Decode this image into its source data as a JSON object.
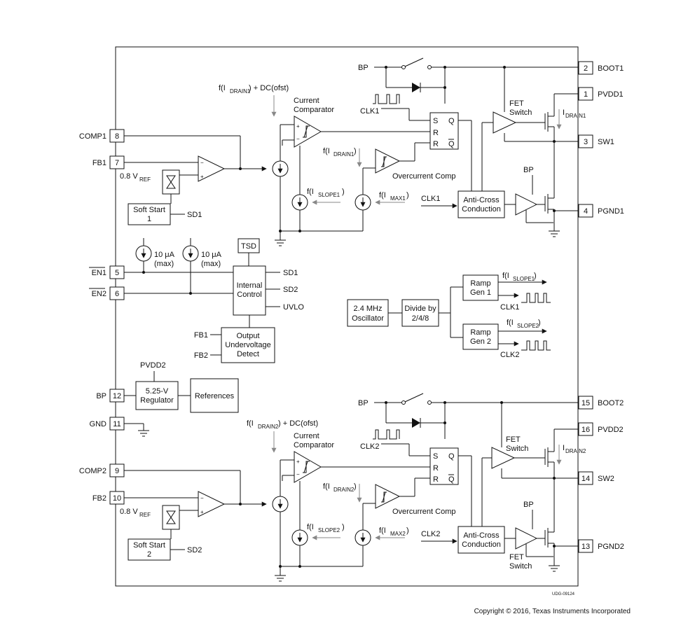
{
  "pins": {
    "boot1": {
      "num": "2",
      "name": "BOOT1"
    },
    "pvdd1": {
      "num": "1",
      "name": "PVDD1"
    },
    "sw1": {
      "num": "3",
      "name": "SW1"
    },
    "pgnd1": {
      "num": "4",
      "name": "PGND1"
    },
    "comp1": {
      "num": "8",
      "name": "COMP1"
    },
    "fb1": {
      "num": "7",
      "name": "FB1"
    },
    "en1": {
      "num": "5",
      "name": "EN1"
    },
    "en2": {
      "num": "6",
      "name": "EN2"
    },
    "bp": {
      "num": "12",
      "name": "BP"
    },
    "gnd": {
      "num": "11",
      "name": "GND"
    },
    "boot2": {
      "num": "15",
      "name": "BOOT2"
    },
    "pvdd2": {
      "num": "16",
      "name": "PVDD2"
    },
    "sw2": {
      "num": "14",
      "name": "SW2"
    },
    "pgnd2": {
      "num": "13",
      "name": "PGND2"
    },
    "comp2": {
      "num": "9",
      "name": "COMP2"
    },
    "fb2": {
      "num": "10",
      "name": "FB2"
    }
  },
  "ch1": {
    "bp": "BP",
    "fdrain_main": "f(I",
    "fdrain_sub": "DRAIN1",
    "fdrain_tail": ") + DC(ofst)",
    "cc1": "Current",
    "cc2": "Comparator",
    "clk": "CLK1",
    "s": "S",
    "q": "Q",
    "r1": "R",
    "r2": "R",
    "qbar": "Q",
    "fet1": "FET",
    "fet2": "Switch",
    "idrain": "I",
    "idrain_sub": "DRAIN1",
    "bp2": "BP",
    "fd_main": "f(I",
    "fd_sub": "DRAIN1",
    "fd_tail": ")",
    "oc": "Overcurrent Comp",
    "vref_pre": "0.8 V",
    "vref_sub": "REF",
    "ss1": "Soft Start",
    "ss2": "1",
    "sd": "SD1",
    "fslope_main": "f(I",
    "fslope_sub": "SLOPE1",
    "fslope_tail": ")",
    "fmax_main": "f(I",
    "fmax_sub": "MAX1",
    "fmax_tail": ")",
    "clk_in": "CLK1",
    "ac1": "Anti-Cross",
    "ac2": "Conduction",
    "plus": "+",
    "minus": "−"
  },
  "ch2": {
    "bp": "BP",
    "fdrain_main": "f(I",
    "fdrain_sub": "DRAIN2",
    "fdrain_tail": ") + DC(ofst)",
    "cc1": "Current",
    "cc2": "Comparator",
    "clk": "CLK2",
    "s": "S",
    "q": "Q",
    "r1": "R",
    "r2": "R",
    "qbar": "Q",
    "fet1": "FET",
    "fet2": "Switch",
    "idrain": "I",
    "idrain_sub": "DRAIN2",
    "bp2": "BP",
    "fd_main": "f(I",
    "fd_sub": "DRAIN2",
    "fd_tail": ")",
    "oc": "Overcurrent Comp",
    "vref_pre": "0.8 V",
    "vref_sub": "REF",
    "ss1": "Soft Start",
    "ss2": "2",
    "sd": "SD2",
    "fslope_main": "f(I",
    "fslope_sub": "SLOPE2",
    "fslope_tail": ")",
    "fmax_main": "f(I",
    "fmax_sub": "MAX2",
    "fmax_tail": ")",
    "clk_in": "CLK2",
    "ac1": "Anti-Cross",
    "ac2": "Conduction",
    "fetb1": "FET",
    "fetb2": "Switch",
    "plus": "+",
    "minus": "−"
  },
  "middle": {
    "src1_val": "10 μA",
    "src1_max": "(max)",
    "src2_val": "10 μA",
    "src2_max": "(max)",
    "tsd": "TSD",
    "ic1": "Internal",
    "ic2": "Control",
    "sd1": "SD1",
    "sd2": "SD2",
    "uvlo": "UVLO",
    "fb1": "FB1",
    "fb2": "FB2",
    "ouv1": "Output",
    "ouv2": "Undervoltage",
    "ouv3": "Detect",
    "pvdd2": "PVDD2",
    "reg1": "5.25-V",
    "reg2": "Regulator",
    "references": "References"
  },
  "osc": {
    "osc1": "2.4 MHz",
    "osc2": "Oscillator",
    "div1": "Divide by",
    "div2": "2/4/8",
    "r1a": "Ramp",
    "r1b": "Gen 1",
    "r2a": "Ramp",
    "r2b": "Gen 2",
    "fs1_main": "f(I",
    "fs1_sub": "SLOPE1",
    "fs1_tail": ")",
    "fs2_main": "f(I",
    "fs2_sub": "SLOPE2",
    "fs2_tail": ")",
    "clk1": "CLK1",
    "clk2": "CLK2"
  },
  "footer": {
    "udg": "UDG-09124",
    "copyright": "Copyright © 2016, Texas Instruments Incorporated"
  }
}
